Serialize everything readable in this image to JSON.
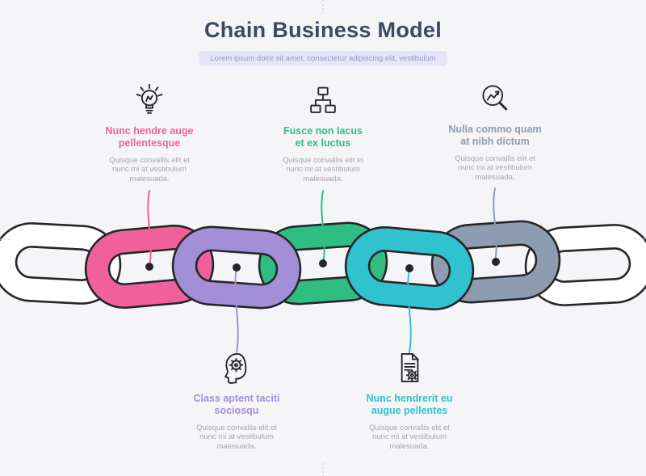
{
  "page": {
    "title": "Chain Business Model",
    "subtitle": "Lorem ipsum dolor sit amet, consectetur adipiscing elit, vestibulum",
    "background": "#f5f5f7",
    "title_color": "#3d4963",
    "subtitle_bg": "#e5e5f6",
    "subtitle_color": "#9697c6",
    "ink_color": "#26262a",
    "body_text_color": "#a7a7ae",
    "white_link_color": "#ffffff"
  },
  "items": [
    {
      "icon": "light-bulb-icon",
      "placement": "top",
      "color": "#f0609b",
      "title": "Nunc hendre auge\npellentesque",
      "description": "Quisque convallis elit et\nnunc mi at vestibulum\nmalesuada."
    },
    {
      "icon": "head-gear-icon",
      "placement": "bottom",
      "color": "#a38fd8",
      "title": "Class aptent taciti\nsociosqu",
      "description": "Quisque convallis elit et\nnunc mi at vestibulum\nmalesuada."
    },
    {
      "icon": "sitemap-icon",
      "placement": "top",
      "color": "#2fbd81",
      "title": "Fusce non lacus\net ex luctus",
      "description": "Quisque convallis elit et\nnunc mi at vestibulum\nmalesuada."
    },
    {
      "icon": "document-gear-icon",
      "placement": "bottom",
      "color": "#30c2cf",
      "title": "Nunc hendrerit eu\naugue pellentes",
      "description": "Quisque convallis elit et\nnunc mi at vestibulum\nmalesuada."
    },
    {
      "icon": "chart-magnifier-icon",
      "placement": "top",
      "color": "#8d9cb1",
      "title": "Nulla commo quam\nat nibh dictum",
      "description": "Quisque convallis elit et\nnunc mi at vestibulum\nmalesuada."
    }
  ]
}
